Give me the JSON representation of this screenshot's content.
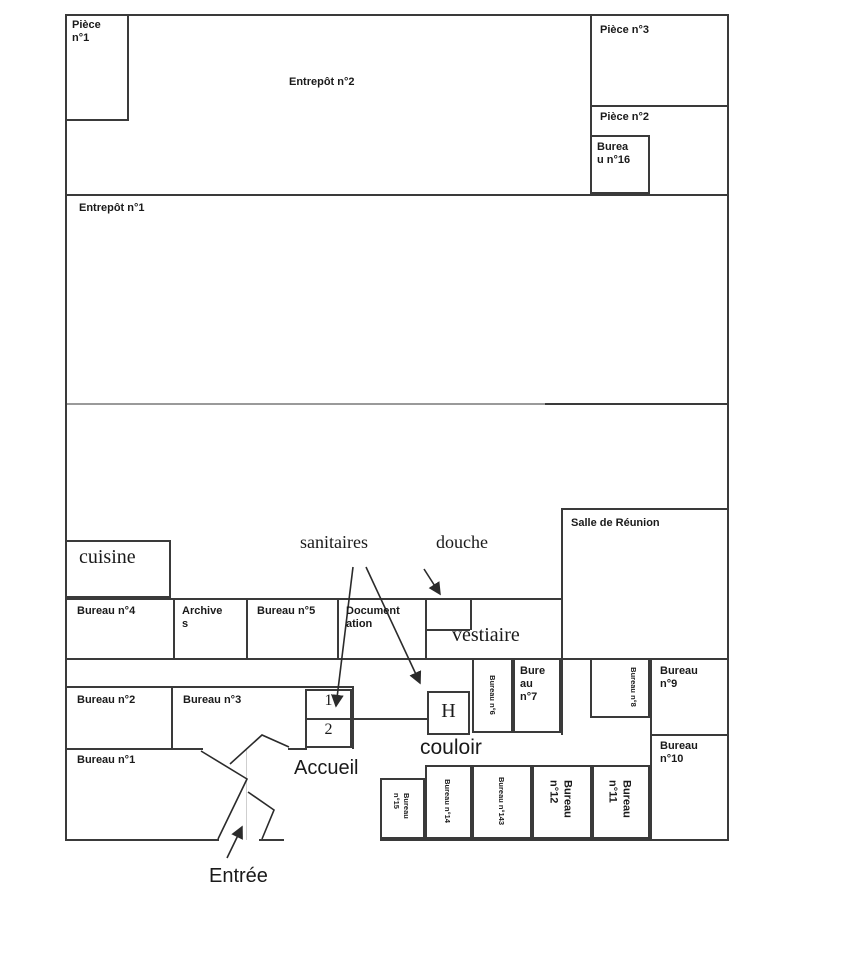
{
  "colors": {
    "wall": "#3a3a3a",
    "wall_light": "#9a9a9a",
    "partition_faint": "#cfcfcf",
    "text": "#1a1a1a",
    "background": "#ffffff"
  },
  "rooms": {
    "piece1": {
      "label": "Pièce n°1"
    },
    "entrepot2": {
      "label": "Entrepôt n°2"
    },
    "piece3": {
      "label": "Pièce n°3"
    },
    "piece2": {
      "label": "Pièce n°2"
    },
    "bureau16": {
      "label": "Bureau n°16"
    },
    "entrepot1": {
      "label": "Entrepôt n°1"
    },
    "salle_reunion": {
      "label": "Salle de Réunion"
    },
    "cuisine": {
      "label": "cuisine"
    },
    "bureau4": {
      "label": "Bureau n°4"
    },
    "archives": {
      "label": "Archives"
    },
    "bureau5": {
      "label": "Bureau n°5"
    },
    "documentation": {
      "label": "Documentation"
    },
    "vestiaire": {
      "label": "vestiaire"
    },
    "bureau2": {
      "label": "Bureau n°2"
    },
    "bureau3": {
      "label": "Bureau n°3"
    },
    "bureau1": {
      "label": "Bureau n°1"
    },
    "cabine1": {
      "label": "1"
    },
    "cabine2": {
      "label": "2"
    },
    "sanitaires_h": {
      "label": "H"
    },
    "bureau6": {
      "label": "Bureau n°6"
    },
    "bureau7": {
      "label": "Bureau n°7"
    },
    "bureau8": {
      "label": "Bureau n°8"
    },
    "bureau9": {
      "label": "Bureau n°9"
    },
    "bureau10": {
      "label": "Bureau n°10"
    },
    "accueil": {
      "label": "Accueil"
    },
    "couloir": {
      "label": "couloir"
    },
    "bureau15": {
      "label": "Bureau n°15"
    },
    "bureau14": {
      "label": "Bureau n°14"
    },
    "bureau143": {
      "label": "Bureau n°143"
    },
    "bureau12": {
      "label": "Bureau n°12"
    },
    "bureau11": {
      "label": "Bureau n°11"
    }
  },
  "annotations": {
    "sanitaires": {
      "label": "sanitaires"
    },
    "douche": {
      "label": "douche"
    },
    "entree": {
      "label": "Entrée"
    }
  }
}
